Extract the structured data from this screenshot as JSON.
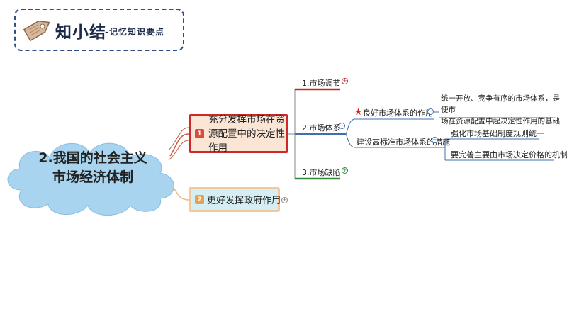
{
  "header": {
    "title": "知小结",
    "subtitle": "-记忆知识要点"
  },
  "central_topic": {
    "line1": "2.我国的社会主义",
    "line2": "市场经济体制"
  },
  "topic1": {
    "badge": "1",
    "label": "充分发挥市场在资源配置中的决定性作用"
  },
  "topic2": {
    "badge": "2",
    "label": "更好发挥政府作用"
  },
  "branches": {
    "market_regulation": "1.市场调节",
    "market_system": "2.市场体系",
    "market_defects": "3.市场缺陷"
  },
  "system_items": {
    "good_system": "良好市场体系的作用",
    "good_system_note_line1": "统一开放、竞争有序的市场体系，是使市",
    "good_system_note_line2": "场在资源配置中起决定性作用的基础",
    "measures": "建设高标准市场体系的措施",
    "measure1": "强化市场基础制度规则统一",
    "measure2": "要完善主要由市场决定价格的机制"
  },
  "colors": {
    "red": "#c62828",
    "blue": "#3f6fb0",
    "green": "#2e8b3a",
    "orange": "#f3c89c",
    "cloud": "#a8d4ef"
  },
  "icons": {
    "tag": "tag-icon",
    "star": "star-icon",
    "collapse": "collapse-toggle-icon",
    "expand": "expand-toggle-icon"
  }
}
